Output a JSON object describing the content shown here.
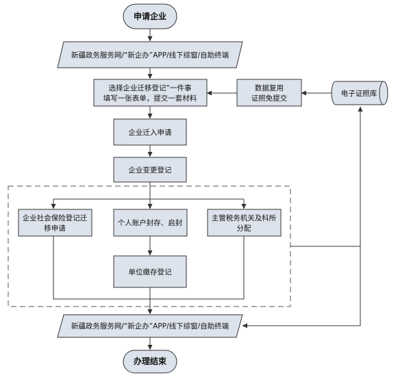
{
  "nodes": {
    "start": "申请企业",
    "portal_top": "新疆政务服务网/“新企办”APP/线下综窗/自助终端",
    "select_line1": "选择企业迁移登记“一件事",
    "select_line2": "填写一张表单，提交一套材料",
    "data_reuse_line1": "数据复用",
    "data_reuse_line2": "证照免提交",
    "e_license": "电子证照库",
    "move_in": "企业迁入申请",
    "change_reg": "企业变更登记",
    "social_ins_line1": "企业社会保险登记迁",
    "social_ins_line2": "移申请",
    "account_seal": "个人账户封存、启封",
    "tax_line1": "主管税务机关及科所",
    "tax_line2": "分配",
    "fund_reg": "单位缴存登记",
    "portal_bottom": "新疆政务服务网/“新企办”APP/线下综窗/自助终端",
    "end": "办理结束"
  },
  "colors": {
    "fill": "#dde3ec",
    "stroke": "#333333"
  }
}
